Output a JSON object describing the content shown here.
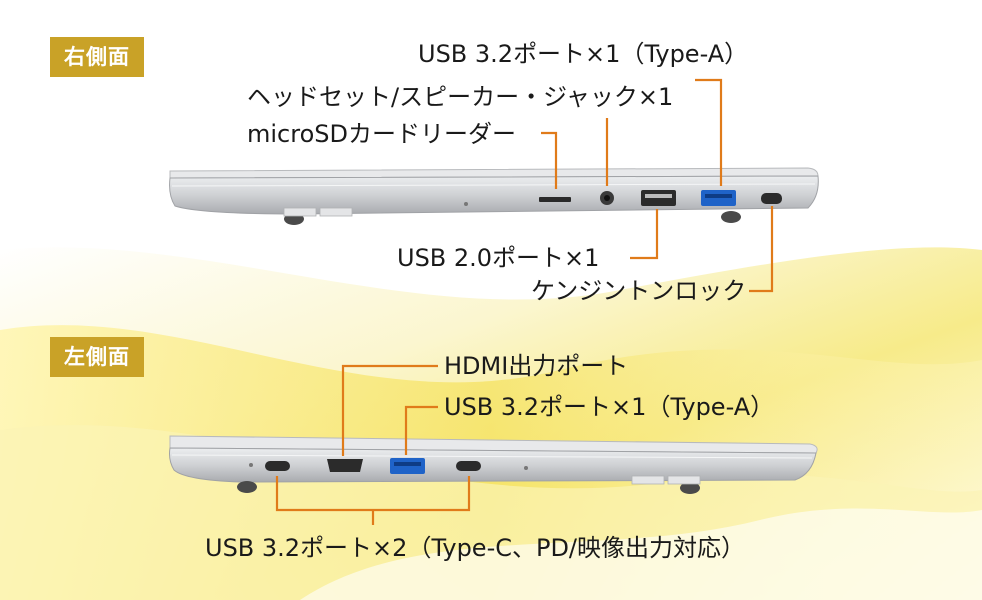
{
  "colors": {
    "badge": "#c9a227",
    "leader": "#e07b1a",
    "text": "#1a1a1a",
    "usb_blue": "#1f63c8",
    "laptop_silver": "#d6d7d9"
  },
  "right_side": {
    "heading": "右側面",
    "labels": {
      "usb32": "USB 3.2ポート×1（Type-A）",
      "headset": "ヘッドセット/スピーカー・ジャック×1",
      "microsd": "microSDカードリーダー",
      "usb20": "USB 2.0ポート×1",
      "kensington": "ケンジントンロック"
    }
  },
  "left_side": {
    "heading": "左側面",
    "labels": {
      "hdmi": "HDMI出力ポート",
      "usb32a": "USB 3.2ポート×1（Type-A）",
      "usbc": "USB 3.2ポート×2（Type-C、PD/映像出力対応）"
    }
  }
}
